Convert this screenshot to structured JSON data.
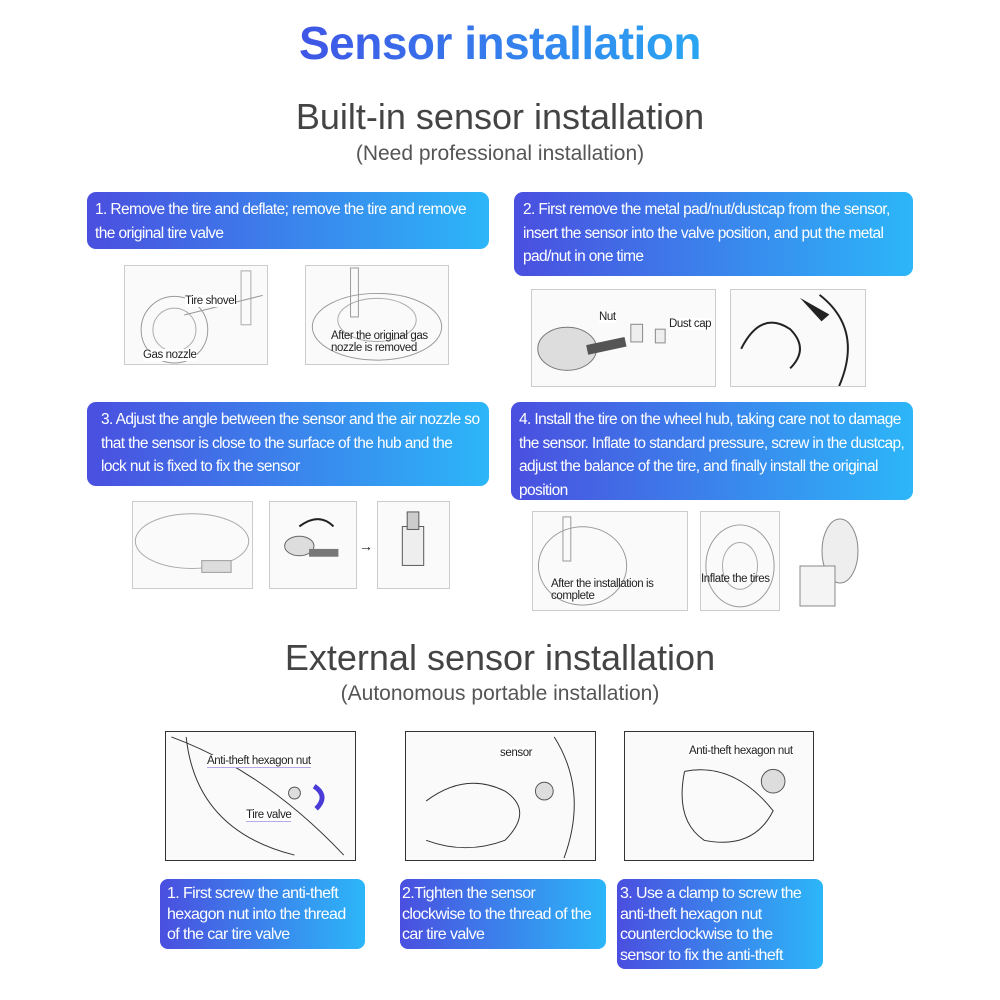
{
  "title": "Sensor installation",
  "builtin": {
    "heading": "Built-in sensor installation",
    "subheading": "(Need professional installation)",
    "steps": [
      "1. Remove the tire and deflate; remove the tire and remove the original tire valve",
      "2. First remove the metal pad/nut/dustcap from the sensor, insert the sensor into the valve position, and put the metal pad/nut in one time",
      "3. Adjust the angle between the sensor and the air nozzle so that the sensor is close to the surface of the hub and the lock nut is fixed to fix the sensor",
      "4. Install the tire on the wheel hub, taking care not to damage the sensor. Inflate to standard pressure, screw in the dustcap, adjust the balance of the tire, and finally install the original position"
    ],
    "labels": {
      "tire_shovel": "Tire shovel",
      "gas_nozzle": "Gas nozzle",
      "after_removed": "After the original gas nozzle is removed",
      "nut": "Nut",
      "dust_cap": "Dust cap",
      "after_install": "After the installation is complete",
      "inflate": "Inflate the tires"
    }
  },
  "external": {
    "heading": "External sensor installation",
    "subheading": "(Autonomous portable installation)",
    "steps": [
      "1. First screw the anti-theft hexagon nut into the thread of the car tire valve",
      "2.Tighten the sensor clockwise to the thread of the car tire valve",
      "3. Use a clamp to screw the anti-theft hexagon nut counterclockwise to the sensor to fix the anti-theft"
    ],
    "labels": {
      "hex_nut_1": "Anti-theft hexagon nut",
      "tire_valve": "Tire valve",
      "sensor": "sensor",
      "hex_nut_2": "Anti-theft hexagon nut"
    }
  }
}
